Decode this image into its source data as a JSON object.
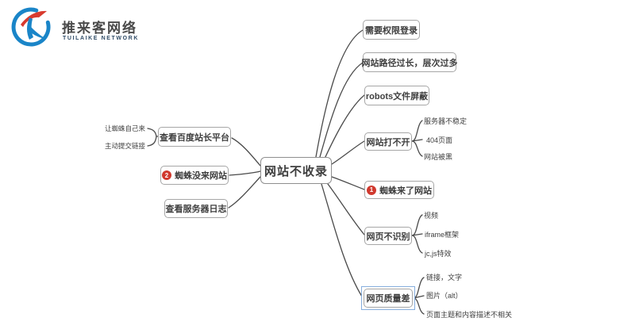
{
  "logo": {
    "title": "推来客网络",
    "subtitle": "TUILAIKE NETWORK"
  },
  "colors": {
    "line": "#4a4a4a",
    "node_border": "#a6a6a6",
    "text": "#3e3e3e",
    "badge_red": "#d0392e",
    "selection_blue": "#86aede",
    "logo_blue": "#1a85c8",
    "logo_red": "#d83a2e"
  },
  "mindmap": {
    "root": {
      "label": "网站不收录"
    },
    "left": {
      "check_baidu": {
        "label": "查看百度站长平台",
        "c0": "让蜘蛛自己来",
        "c1": "主动提交链接"
      },
      "spider_not_come": {
        "label": "蜘蛛没来网站",
        "badge": "2"
      },
      "check_server_logs": {
        "label": "查看服务器日志"
      }
    },
    "right": {
      "need_login": {
        "label": "需要权限登录"
      },
      "path_too_long": {
        "label": "网站路径过长，层次过多"
      },
      "robots_block": {
        "label": "robots文件屏蔽"
      },
      "site_wont_open": {
        "label": "网站打不开",
        "c0": "服务器不稳定",
        "c1": "404页面",
        "c2": "网站被黑"
      },
      "spider_came": {
        "label": "蜘蛛来了网站",
        "badge": "1"
      },
      "page_not_recognized": {
        "label": "网页不识别",
        "c0": "视频",
        "c1": "iframe框架",
        "c2": "jc,js特效"
      },
      "page_quality_poor": {
        "label": "网页质量差",
        "c0": "链接，文字",
        "c1": "图片（alt）",
        "c2": "页面主题和内容描述不相关"
      }
    }
  }
}
